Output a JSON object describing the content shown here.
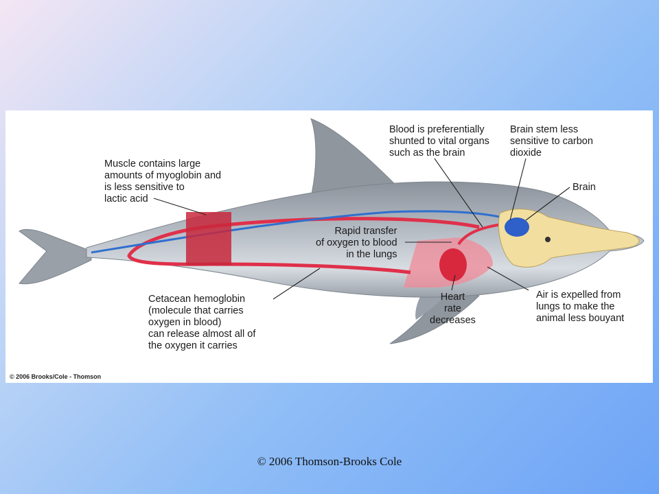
{
  "labels": {
    "muscle": "Muscle contains large\namounts of myoglobin and\nis less sensitive to\nlactic acid",
    "blood_shunt": "Blood is preferentially\nshunted to vital organs\nsuch as the brain",
    "brain_stem": "Brain stem less\nsensitive to carbon\ndioxide",
    "brain": "Brain",
    "rapid_transfer": "Rapid transfer\nof oxygen to blood\nin the lungs",
    "hemoglobin": "Cetacean hemoglobin\n(molecule that carries\noxygen in blood)\ncan release almost all of\nthe oxygen it carries",
    "heart_rate": "Heart\nrate\ndecreases",
    "air_expelled": "Air is expelled from\nlungs to make the\nanimal less bouyant"
  },
  "credit": "© 2006 Brooks/Cole - Thomson",
  "footer": "© 2006 Thomson-Brooks Cole",
  "colors": {
    "body": "#aab0b8",
    "artery": "#e0304a",
    "vein": "#2f6fcf",
    "muscle": "#c8283c",
    "lung": "#f08a98",
    "skull": "#f2dfa0",
    "brain": "#2f5fc8"
  }
}
